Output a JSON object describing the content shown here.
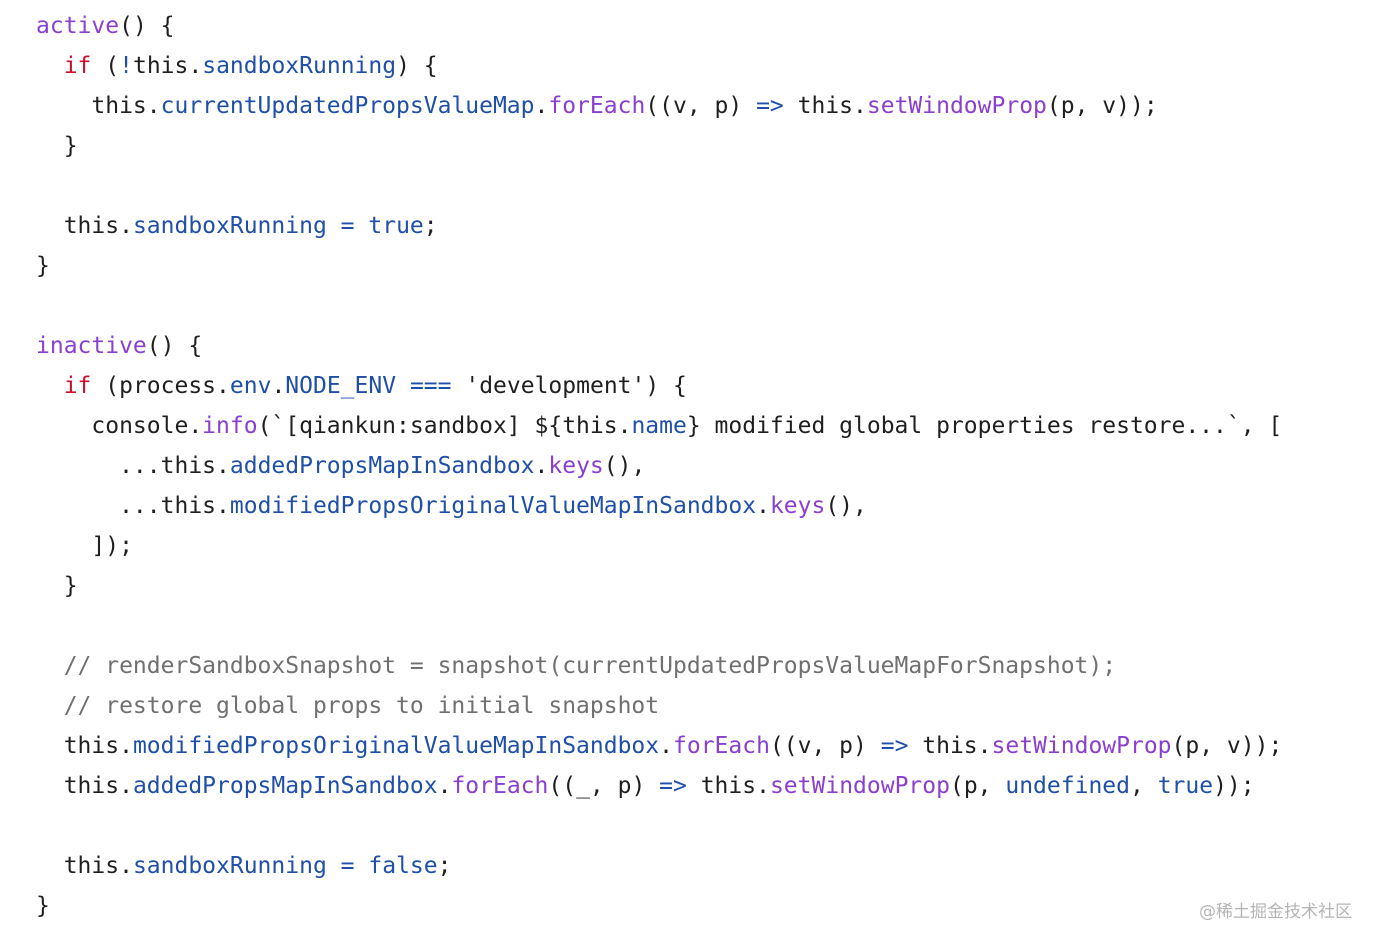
{
  "colors": {
    "background": "#ffffff",
    "plain": "#1f1f1f",
    "function": "#8a3fd1",
    "property": "#1f4fa8",
    "keyword": "#c8102e",
    "comment": "#707070",
    "watermark": "#b5b5b5"
  },
  "lines": [
    [
      [
        "func",
        "active"
      ],
      [
        "plain",
        "() {"
      ]
    ],
    [
      [
        "plain",
        "  "
      ],
      [
        "kw",
        "if"
      ],
      [
        "plain",
        " ("
      ],
      [
        "op",
        "!"
      ],
      [
        "plain",
        "this."
      ],
      [
        "prop",
        "sandboxRunning"
      ],
      [
        "plain",
        ") {"
      ]
    ],
    [
      [
        "plain",
        "    this."
      ],
      [
        "prop",
        "currentUpdatedPropsValueMap"
      ],
      [
        "plain",
        "."
      ],
      [
        "func",
        "forEach"
      ],
      [
        "plain",
        "((v, p) "
      ],
      [
        "op",
        "=>"
      ],
      [
        "plain",
        " this."
      ],
      [
        "func",
        "setWindowProp"
      ],
      [
        "plain",
        "(p, v));"
      ]
    ],
    [
      [
        "plain",
        "  }"
      ]
    ],
    [],
    [
      [
        "plain",
        "  this."
      ],
      [
        "prop",
        "sandboxRunning"
      ],
      [
        "plain",
        " "
      ],
      [
        "op",
        "="
      ],
      [
        "plain",
        " "
      ],
      [
        "const",
        "true"
      ],
      [
        "plain",
        ";"
      ]
    ],
    [
      [
        "plain",
        "}"
      ]
    ],
    [],
    [
      [
        "func",
        "inactive"
      ],
      [
        "plain",
        "() {"
      ]
    ],
    [
      [
        "plain",
        "  "
      ],
      [
        "kw",
        "if"
      ],
      [
        "plain",
        " (process."
      ],
      [
        "prop",
        "env"
      ],
      [
        "plain",
        "."
      ],
      [
        "prop",
        "NODE_ENV"
      ],
      [
        "plain",
        " "
      ],
      [
        "op",
        "==="
      ],
      [
        "plain",
        " "
      ],
      [
        "str",
        "'development'"
      ],
      [
        "plain",
        ") {"
      ]
    ],
    [
      [
        "plain",
        "    console."
      ],
      [
        "func",
        "info"
      ],
      [
        "plain",
        "(`[qiankun:sandbox] ${this."
      ],
      [
        "prop",
        "name"
      ],
      [
        "plain",
        "} modified global properties restore...`, ["
      ]
    ],
    [
      [
        "plain",
        "      ...this."
      ],
      [
        "prop",
        "addedPropsMapInSandbox"
      ],
      [
        "plain",
        "."
      ],
      [
        "func",
        "keys"
      ],
      [
        "plain",
        "(),"
      ]
    ],
    [
      [
        "plain",
        "      ...this."
      ],
      [
        "prop",
        "modifiedPropsOriginalValueMapInSandbox"
      ],
      [
        "plain",
        "."
      ],
      [
        "func",
        "keys"
      ],
      [
        "plain",
        "(),"
      ]
    ],
    [
      [
        "plain",
        "    ]);"
      ]
    ],
    [
      [
        "plain",
        "  }"
      ]
    ],
    [],
    [
      [
        "comment",
        "  // renderSandboxSnapshot = snapshot(currentUpdatedPropsValueMapForSnapshot);"
      ]
    ],
    [
      [
        "comment",
        "  // restore global props to initial snapshot"
      ]
    ],
    [
      [
        "plain",
        "  this."
      ],
      [
        "prop",
        "modifiedPropsOriginalValueMapInSandbox"
      ],
      [
        "plain",
        "."
      ],
      [
        "func",
        "forEach"
      ],
      [
        "plain",
        "((v, p) "
      ],
      [
        "op",
        "=>"
      ],
      [
        "plain",
        " this."
      ],
      [
        "func",
        "setWindowProp"
      ],
      [
        "plain",
        "(p, v));"
      ]
    ],
    [
      [
        "plain",
        "  this."
      ],
      [
        "prop",
        "addedPropsMapInSandbox"
      ],
      [
        "plain",
        "."
      ],
      [
        "func",
        "forEach"
      ],
      [
        "plain",
        "((_, p) "
      ],
      [
        "op",
        "=>"
      ],
      [
        "plain",
        " this."
      ],
      [
        "func",
        "setWindowProp"
      ],
      [
        "plain",
        "(p, "
      ],
      [
        "const",
        "undefined"
      ],
      [
        "plain",
        ", "
      ],
      [
        "const",
        "true"
      ],
      [
        "plain",
        "));"
      ]
    ],
    [],
    [
      [
        "plain",
        "  this."
      ],
      [
        "prop",
        "sandboxRunning"
      ],
      [
        "plain",
        " "
      ],
      [
        "op",
        "="
      ],
      [
        "plain",
        " "
      ],
      [
        "const",
        "false"
      ],
      [
        "plain",
        ";"
      ]
    ],
    [
      [
        "plain",
        "}"
      ]
    ]
  ],
  "watermark": "@稀土掘金技术社区"
}
